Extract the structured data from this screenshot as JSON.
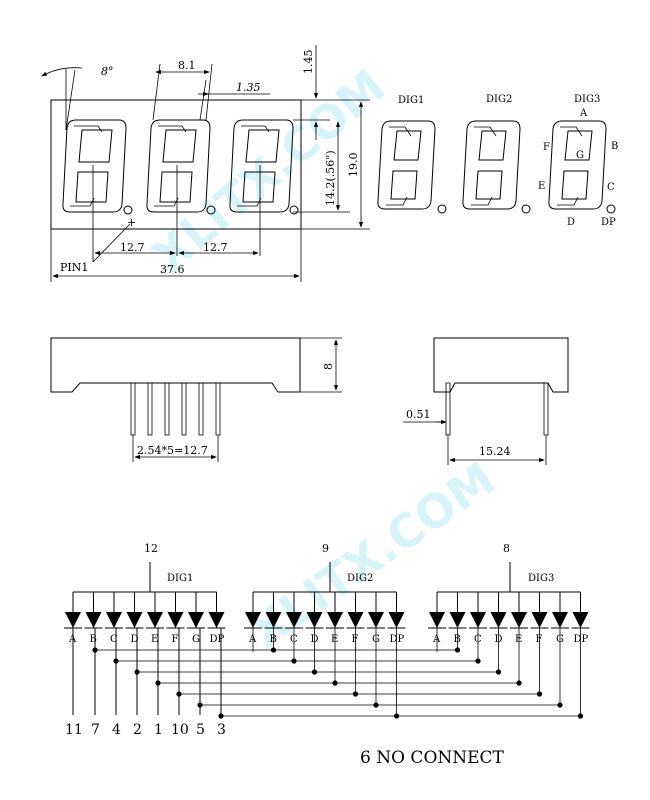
{
  "dimensions": {
    "angle": "8°",
    "top_width": "8.1",
    "stroke_width": "1.35",
    "top_margin": "1.45",
    "digit_height": "14.2(.56\")",
    "body_height": "19.0",
    "digit_pitch_1": "12.7",
    "digit_pitch_2": "12.7",
    "body_width": "37.6",
    "pin1": "PIN1",
    "side_height": "8",
    "pin_spacing": "2.54*5=12.7",
    "pin_diameter": "0.51",
    "row_spacing": "15.24"
  },
  "digit_labels": [
    "DIG1",
    "DIG2",
    "DIG3"
  ],
  "segment_labels": {
    "a": "A",
    "b": "B",
    "c": "C",
    "d": "D",
    "e": "E",
    "f": "F",
    "g": "G",
    "dp": "DP"
  },
  "schematic": {
    "common_pins": [
      "12",
      "9",
      "8"
    ],
    "digits": [
      "DIG1",
      "DIG2",
      "DIG3"
    ],
    "segments": [
      "A",
      "B",
      "C",
      "D",
      "E",
      "F",
      "G",
      "DP"
    ],
    "bottom_pins": [
      "11",
      "7",
      "4",
      "2",
      "1",
      "10",
      "5",
      "3"
    ],
    "note": "6  NO  CONNECT"
  },
  "watermark": "XLITX.COM"
}
